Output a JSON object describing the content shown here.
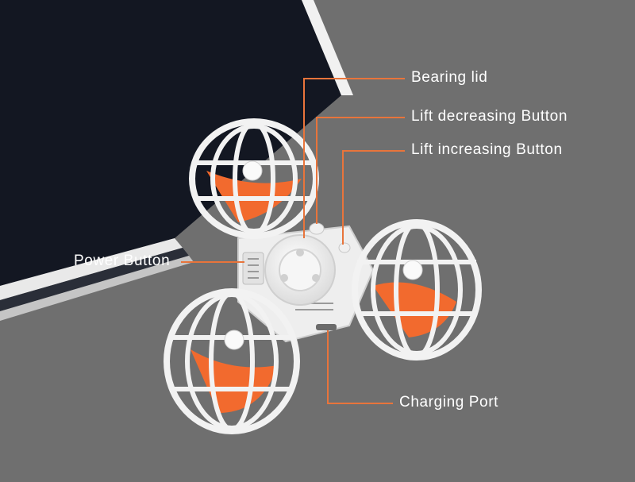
{
  "labels": {
    "bearing_lid": "Bearing lid",
    "lift_decreasing": "Lift decreasing Button",
    "lift_increasing": "Lift increasing Button",
    "power_button": "Power Button",
    "charging_port": "Charging Port"
  },
  "colors": {
    "background": "#6f6f6f",
    "dark_panel": "#131722",
    "leader_line": "#e8743b",
    "label_text": "#ffffff",
    "toy_body": "#f4f4f4",
    "propeller": "#f26a2e"
  }
}
